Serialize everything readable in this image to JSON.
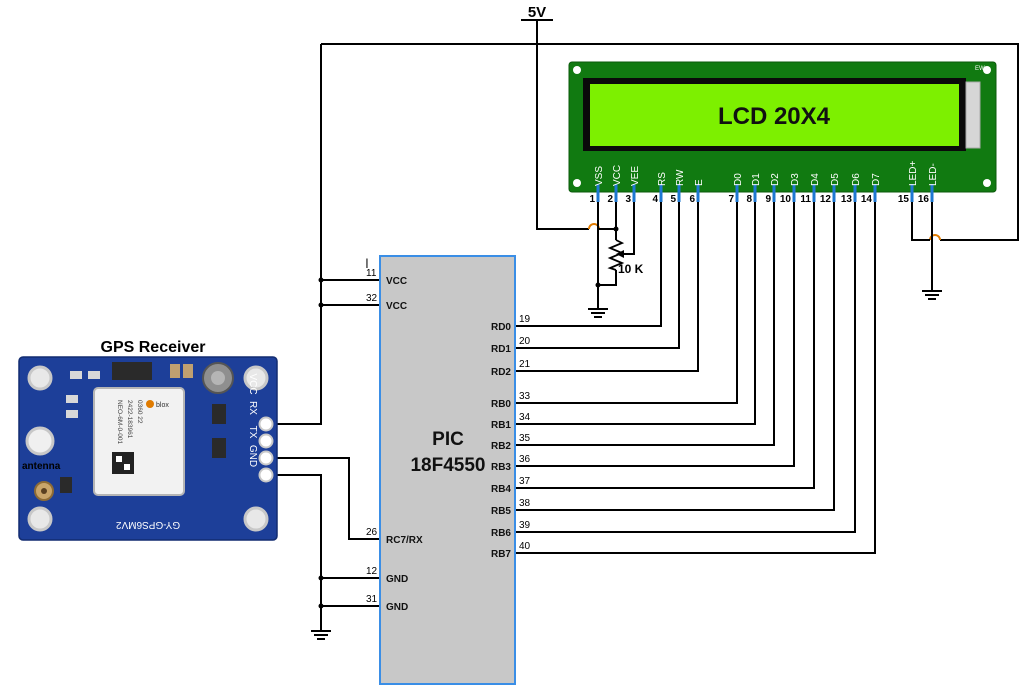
{
  "supply_label": "5V",
  "gps": {
    "title": "GPS Receiver",
    "pin_labels": [
      "VCC",
      "RX",
      "TX",
      "GND"
    ],
    "antenna_label": "antenna",
    "board_text": "GY-GPS6MV2",
    "module_lines": [
      "NEO-6M-0-001",
      "2422-183961",
      "0360 22"
    ],
    "module_brand": "blox"
  },
  "pic": {
    "name_line1": "PIC",
    "name_line2": "18F4550",
    "left_pins": [
      {
        "num": "11",
        "label": "VCC"
      },
      {
        "num": "32",
        "label": "VCC"
      },
      {
        "num": "26",
        "label": "RC7/RX"
      },
      {
        "num": "12",
        "label": "GND"
      },
      {
        "num": "31",
        "label": "GND"
      }
    ],
    "right_pins": [
      {
        "num": "19",
        "label": "RD0"
      },
      {
        "num": "20",
        "label": "RD1"
      },
      {
        "num": "21",
        "label": "RD2"
      },
      {
        "num": "33",
        "label": "RB0"
      },
      {
        "num": "34",
        "label": "RB1"
      },
      {
        "num": "35",
        "label": "RB2"
      },
      {
        "num": "36",
        "label": "RB3"
      },
      {
        "num": "37",
        "label": "RB4"
      },
      {
        "num": "38",
        "label": "RB5"
      },
      {
        "num": "39",
        "label": "RB6"
      },
      {
        "num": "40",
        "label": "RB7"
      }
    ]
  },
  "lcd": {
    "title": "LCD 20X4",
    "corner_mark": "EW",
    "pins": [
      {
        "num": "1",
        "label": "VSS"
      },
      {
        "num": "2",
        "label": "VCC"
      },
      {
        "num": "3",
        "label": "VEE"
      },
      {
        "num": "4",
        "label": "RS"
      },
      {
        "num": "5",
        "label": "RW"
      },
      {
        "num": "6",
        "label": "E"
      },
      {
        "num": "7",
        "label": "D0"
      },
      {
        "num": "8",
        "label": "D1"
      },
      {
        "num": "9",
        "label": "D2"
      },
      {
        "num": "10",
        "label": "D3"
      },
      {
        "num": "11",
        "label": "D4"
      },
      {
        "num": "12",
        "label": "D5"
      },
      {
        "num": "13",
        "label": "D6"
      },
      {
        "num": "14",
        "label": "D7"
      },
      {
        "num": "15",
        "label": "LED+"
      },
      {
        "num": "16",
        "label": "LED-"
      }
    ]
  },
  "pot_label": "10 K",
  "colors": {
    "wire": "#000000",
    "pin_blue": "#1e78d2",
    "crossover": "#e07b00",
    "lcd_frame": "#117a11",
    "lcd_screen": "#7df000",
    "pic_body": "#c8c8c8",
    "pic_border": "#3a8ee6",
    "gps_board": "#1d3f99"
  }
}
